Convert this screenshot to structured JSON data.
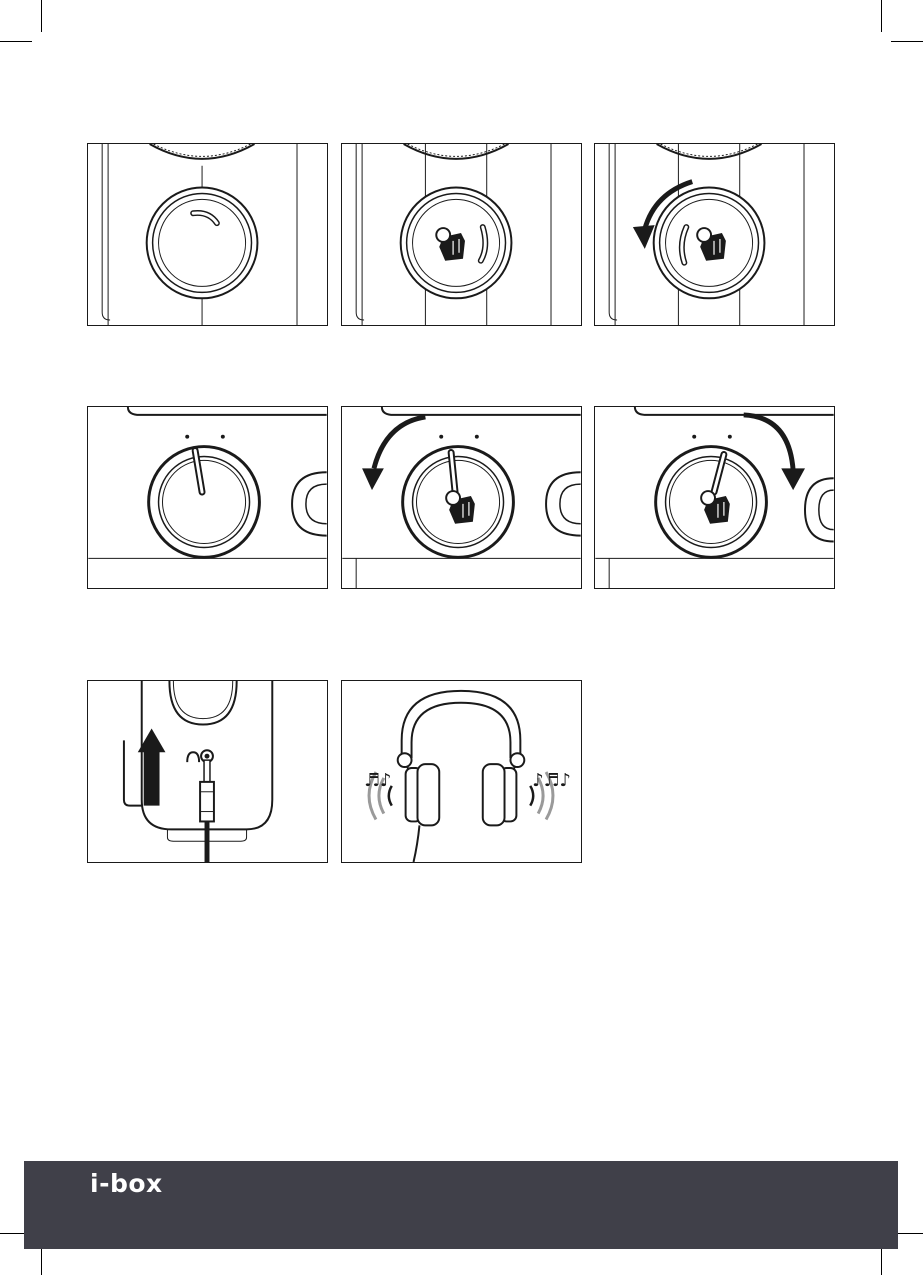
{
  "footer": {
    "brand": "i-box",
    "background_color": "#404049"
  },
  "illustrations": {
    "row1": [
      "volume-knob",
      "press-knob-with-finger",
      "rotate-knob-counterclockwise"
    ],
    "row2": [
      "selector-knob",
      "turn-selector-left",
      "turn-selector-right"
    ],
    "row3": [
      "plug-in-headphone-jack",
      "headphones-with-sound"
    ]
  },
  "colors": {
    "line": "#1a1a1a",
    "sound_waves": "#9a9a9a"
  }
}
